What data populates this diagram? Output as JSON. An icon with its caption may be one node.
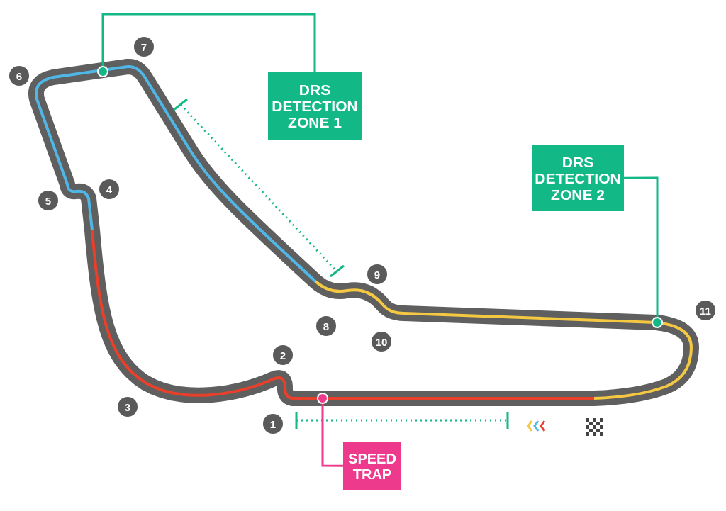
{
  "diagram": {
    "nodes": [
      {
        "text": [
          "DRS DETECTION ZONE 1"
        ]
      },
      {
        "text": [],
        "shape": "circle"
      },
      {
        "text": [
          "DRS DETECTION ZONE 2"
        ]
      },
      {
        "text": [],
        "shape": "circle"
      },
      {
        "text": [
          "SPEED TRAP"
        ]
      },
      {
        "text": [],
        "shape": "circle"
      }
    ],
    "edges": [
      {
        "from": 0,
        "to": 1,
        "arrow": "none"
      },
      {
        "from": 2,
        "to": 3,
        "arrow": "none"
      },
      {
        "from": 4,
        "to": 5,
        "arrow": "none",
        "color": "#ee3a8c"
      }
    ],
    "labels": [
      "7",
      "6",
      "4",
      "5",
      "9",
      "11",
      "8",
      "10",
      "2",
      "3",
      "1"
    ]
  }
}
